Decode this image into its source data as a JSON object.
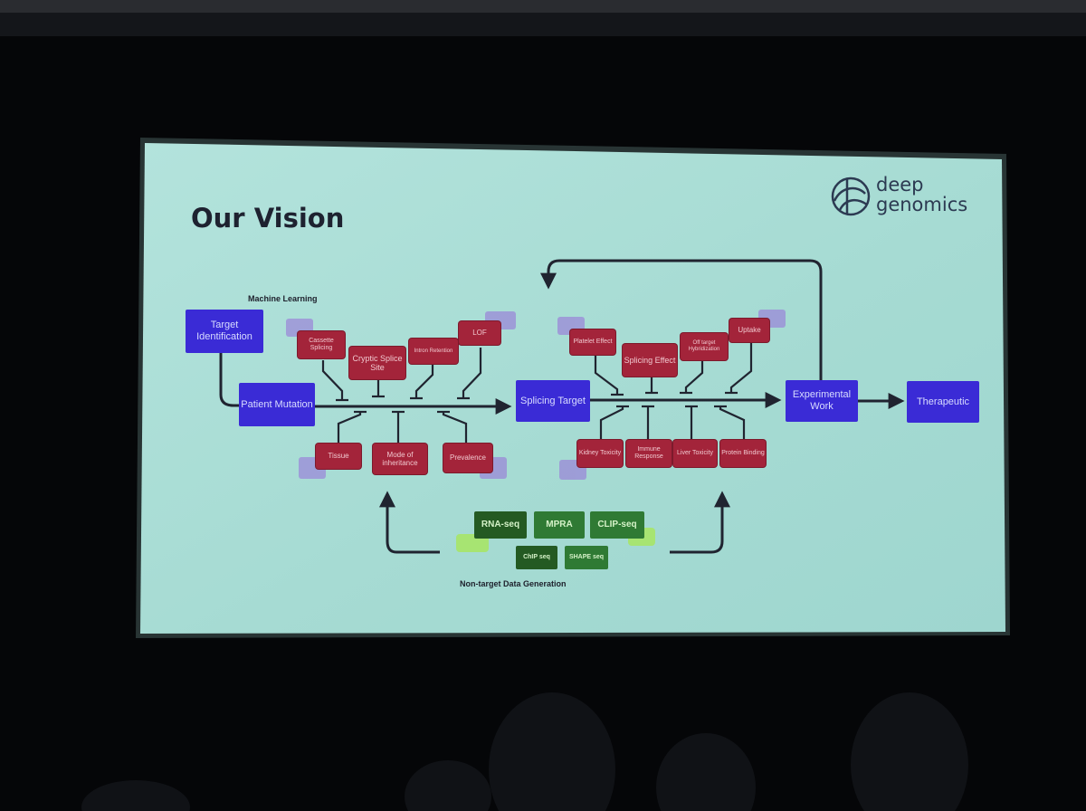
{
  "slide": {
    "title": "Our Vision",
    "logo": {
      "line1": "deep",
      "line2": "genomics"
    },
    "captions": {
      "top": "Machine Learning",
      "bottom": "Non-target Data Generation"
    },
    "main_flow": {
      "target_identification": "Target Identification",
      "patient_mutation": "Patient Mutation",
      "splicing_target": "Splicing Target",
      "experimental_work": "Experimental Work",
      "therapeutic": "Therapeutic"
    },
    "ml_factors_top": [
      "Cassette Splicing",
      "Cryptic Splice Site",
      "Intron Retention",
      "LOF"
    ],
    "ml_factors_bottom": [
      "Tissue",
      "Mode of inheritance",
      "Prevalence"
    ],
    "target_factors_top": [
      "Platelet Effect",
      "Splicing Effect",
      "Off target Hybridization",
      "Uptake"
    ],
    "target_factors_bottom": [
      "Kidney Toxicity",
      "Immune Response",
      "Liver Toxicity",
      "Protein Binding"
    ],
    "data_sources": [
      "RNA-seq",
      "MPRA",
      "CLIP-seq",
      "ChIP seq",
      "SHAPE seq"
    ]
  },
  "colors": {
    "slide_bg": "#a9ddd6",
    "blue_box": "#3a2bd6",
    "red_box": "#a3243a",
    "green_box": "#2f7a34",
    "screen_dark": "#050608"
  }
}
